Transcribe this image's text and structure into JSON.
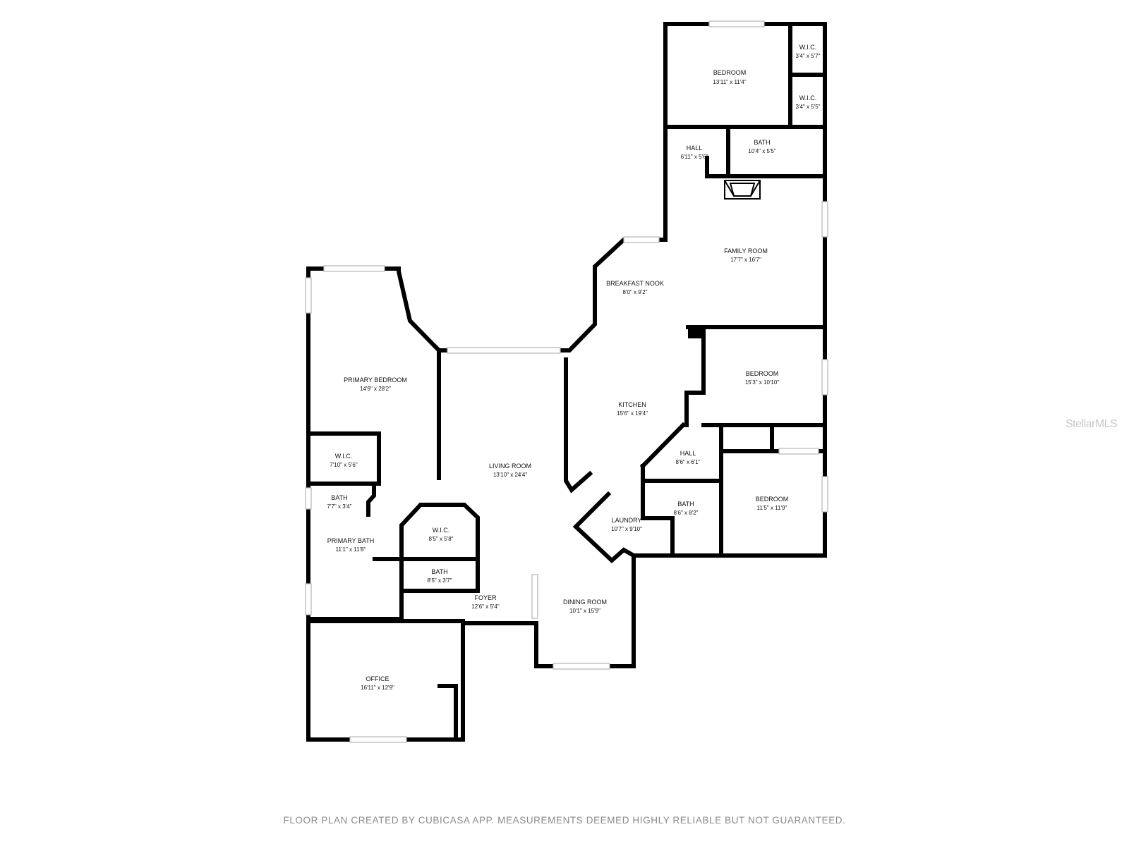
{
  "rooms": [
    {
      "key": "bedroom_top",
      "name": "BEDROOM",
      "dims": "13'11\" x 11'4\""
    },
    {
      "key": "wic_top1",
      "name": "W.I.C.",
      "dims": "3'4\" x 5'7\""
    },
    {
      "key": "wic_top2",
      "name": "W.I.C.",
      "dims": "3'4\" x 5'5\""
    },
    {
      "key": "hall_top",
      "name": "HALL",
      "dims": "6'11\" x 5'6\""
    },
    {
      "key": "bath_top",
      "name": "BATH",
      "dims": "10'4\" x 5'5\""
    },
    {
      "key": "family_room",
      "name": "FAMILY ROOM",
      "dims": "17'7\" x 16'7\""
    },
    {
      "key": "breakfast_nook",
      "name": "BREAKFAST NOOK",
      "dims": "8'0\" x 9'2\""
    },
    {
      "key": "primary_bedroom",
      "name": "PRIMARY BEDROOM",
      "dims": "14'9\" x 28'2\""
    },
    {
      "key": "kitchen",
      "name": "KITCHEN",
      "dims": "15'6\" x 19'4\""
    },
    {
      "key": "bedroom_mid",
      "name": "BEDROOM",
      "dims": "15'3\" x 10'10\""
    },
    {
      "key": "wic_primary",
      "name": "W.I.C.",
      "dims": "7'10\" x 5'6\""
    },
    {
      "key": "living_room",
      "name": "LIVING ROOM",
      "dims": "13'10\" x 24'4\""
    },
    {
      "key": "hall_mid",
      "name": "HALL",
      "dims": "8'6\" x 6'1\""
    },
    {
      "key": "bath_small",
      "name": "BATH",
      "dims": "7'7\" x 3'4\""
    },
    {
      "key": "bath_mid",
      "name": "BATH",
      "dims": "8'6\" x 8'2\""
    },
    {
      "key": "bedroom_low",
      "name": "BEDROOM",
      "dims": "11'5\" x 11'9\""
    },
    {
      "key": "wic_center",
      "name": "W.I.C.",
      "dims": "8'5\" x 5'8\""
    },
    {
      "key": "laundry",
      "name": "LAUNDRY",
      "dims": "10'7\" x 9'10\""
    },
    {
      "key": "primary_bath",
      "name": "PRIMARY BATH",
      "dims": "11'1\" x 11'8\""
    },
    {
      "key": "bath_center",
      "name": "BATH",
      "dims": "8'5\" x 3'7\""
    },
    {
      "key": "foyer",
      "name": "FOYER",
      "dims": "12'6\" x 5'4\""
    },
    {
      "key": "dining_room",
      "name": "DINING ROOM",
      "dims": "10'1\" x 15'9\""
    },
    {
      "key": "office",
      "name": "OFFICE",
      "dims": "16'11\" x 12'9\""
    }
  ],
  "footer": "FLOOR PLAN CREATED BY CUBICASA APP. MEASUREMENTS DEEMED HIGHLY RELIABLE BUT NOT GUARANTEED.",
  "watermark": "StellarMLS",
  "colors": {
    "wall": "#000000",
    "window": "#b5b5b5",
    "footer_text": "#8a8a8a",
    "watermark": "#c8c8c8"
  }
}
